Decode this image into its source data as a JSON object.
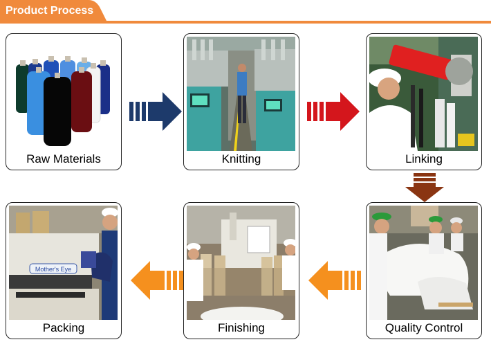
{
  "header": {
    "title": "Product Process"
  },
  "colors": {
    "header_orange": "#f08a3c",
    "arrow_navy": "#1d3a6b",
    "arrow_red": "#d4161c",
    "arrow_brown": "#8a3512",
    "arrow_orange": "#f5901e"
  },
  "steps": [
    {
      "label": "Raw Materials"
    },
    {
      "label": "Knitting"
    },
    {
      "label": "Linking"
    },
    {
      "label": "Quality Control"
    },
    {
      "label": "Finishing"
    },
    {
      "label": "Packing"
    }
  ],
  "photo_text": {
    "machine_sign": "Mother's Eye"
  }
}
